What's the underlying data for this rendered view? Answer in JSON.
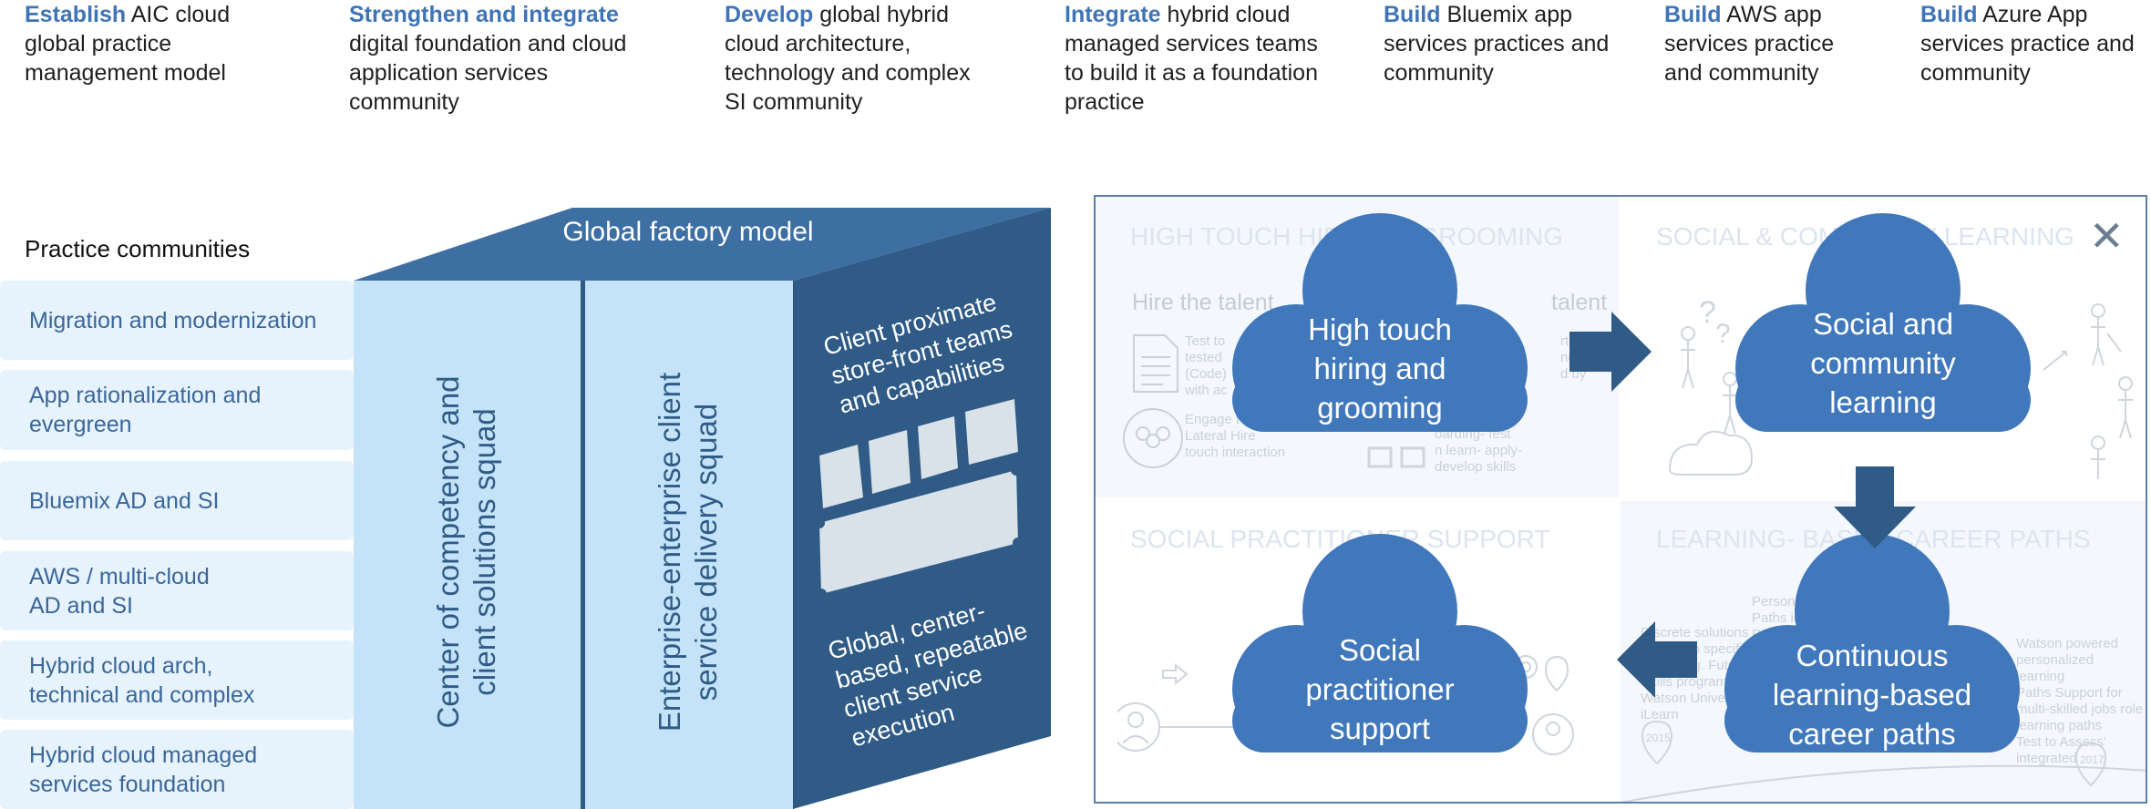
{
  "initiatives": [
    {
      "bold": "Establish",
      "rest": " AIC cloud global practice management model"
    },
    {
      "bold": "Strengthen and integrate",
      "rest": " digital foundation and cloud application services community"
    },
    {
      "bold": "Develop",
      "rest": " global hybrid cloud architecture, technology and complex SI community"
    },
    {
      "bold": "Integrate",
      "rest": " hybrid cloud managed services teams to build it as a foundation practice"
    },
    {
      "bold": "Build",
      "rest": " Bluemix app services practices and community"
    },
    {
      "bold": "Build",
      "rest": " AWS app services practice and community"
    },
    {
      "bold": "Build",
      "rest": " Azure App services practice and community"
    }
  ],
  "practice_communities": {
    "title": "Practice communities",
    "items": [
      "Migration and modernization",
      "App rationalization and evergreen",
      "Bluemix AD and SI",
      "AWS / multi-cloud AD and SI",
      "Hybrid cloud arch, technical and complex",
      "Hybrid cloud managed services foundation"
    ]
  },
  "factory": {
    "title": "Global factory model",
    "col1": "Center of competency and client solutions squad",
    "col2": "Enterprise-enterprise client service delivery squad",
    "side_top": "Client proximate store-front teams and capabilities",
    "side_bottom": "Global, center-based, repeatable client service execution"
  },
  "panel": {
    "close_symbol": "✕",
    "quadrant_titles": [
      "HIGH TOUCH HIRING & GROOMING",
      "SOCIAL & COMMUNITY LEARNING",
      "SOCIAL PRACTITIONER SUPPORT",
      "LEARNING- BASED CAREER PATHS"
    ],
    "faint_subtitle": "Hire the talent",
    "faint_subtitle2": "talent",
    "faint_texts": {
      "test": "Test to\ntested\n(Code)\nwith ac",
      "engage": "Engage t\nLateral Hire\ntouch interaction",
      "portal": "rtal:\nng\nd by",
      "onboarding": "oarding- fest\nn learn- apply-\ndevelop skills",
      "discrete": "Discrete solutions\naligned to specific\nneeds e.g. Future\nSkills program;\nWatson Univers\niLearn",
      "personalized": "Personalized\nPaths in Pr\nProgram",
      "watson": "Watson powered\npersonalized learning\nPaths Support for\nmulti-skilled jobs role\nlearning paths\nTest to Assess'\nintegrated"
    },
    "years": [
      "2015",
      "2017"
    ],
    "clouds": [
      "High touch hiring and grooming",
      "Social and community learning",
      "Social practitioner support",
      "Continuous learning-based career paths"
    ]
  },
  "colors": {
    "brand": "#3f74b6",
    "cloud": "#4178bc",
    "cube_dark": "#2f5b86",
    "cube_top": "#3d6fa3",
    "cube_front": "#c4e3f8",
    "arrow": "#2f5b86"
  }
}
